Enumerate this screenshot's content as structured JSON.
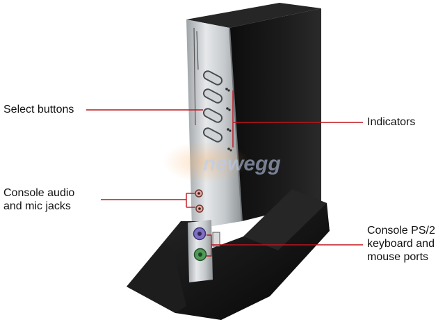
{
  "watermark": {
    "text": "newegg"
  },
  "callouts": {
    "select_buttons": {
      "lines": [
        "Select buttons"
      ]
    },
    "indicators": {
      "lines": [
        "Indicators"
      ]
    },
    "console_audio": {
      "lines": [
        "Console audio",
        "and mic jacks"
      ]
    },
    "console_ps2": {
      "lines": [
        "Console PS/2",
        "keyboard and",
        "mouse ports"
      ]
    }
  },
  "colors": {
    "leader_line": "#c0141c",
    "housing_black": "#151515",
    "front_panel_silver": "#bfc3c6",
    "ps2_keyboard": "#7f6fc4",
    "ps2_mouse": "#4f9a57"
  }
}
